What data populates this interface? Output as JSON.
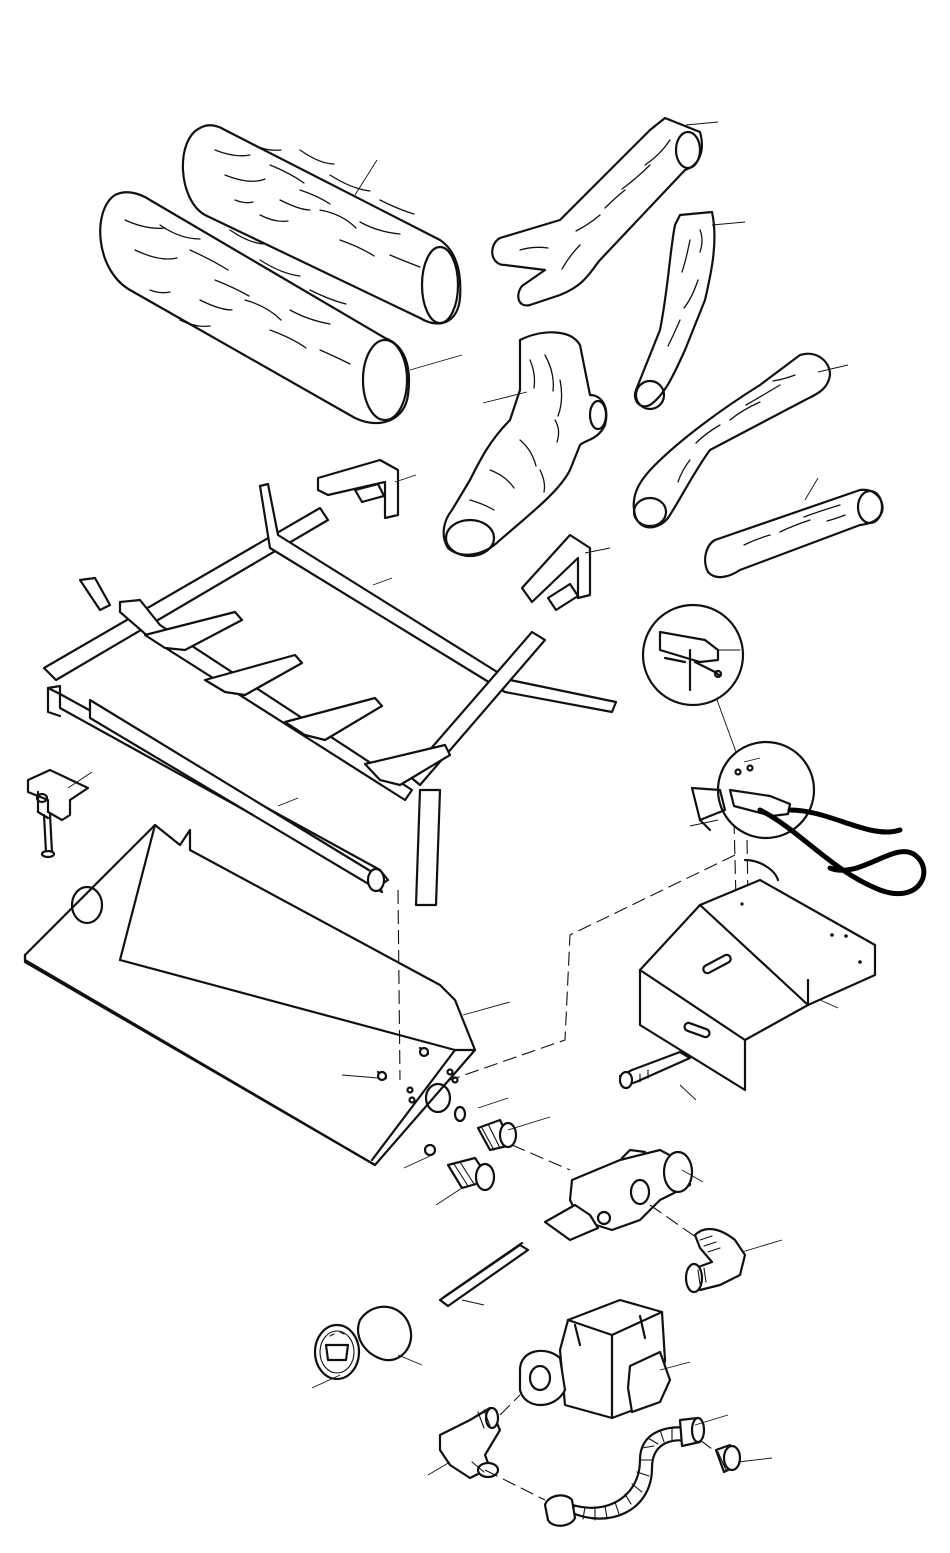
{
  "figure": {
    "type": "exploded-parts-diagram",
    "colors": {
      "line": "#111111",
      "background": "#ffffff"
    },
    "parts": [
      {
        "name": "large-back-log"
      },
      {
        "name": "large-front-log"
      },
      {
        "name": "branched-top-log"
      },
      {
        "name": "forked-right-log"
      },
      {
        "name": "crooked-center-log"
      },
      {
        "name": "long-right-log"
      },
      {
        "name": "small-right-log"
      },
      {
        "name": "log-support-bracket-left"
      },
      {
        "name": "log-support-bracket-right"
      },
      {
        "name": "log-grate"
      },
      {
        "name": "front-rail"
      },
      {
        "name": "mounting-clamp"
      },
      {
        "name": "burner-tube"
      },
      {
        "name": "burner-pan"
      },
      {
        "name": "pilot-assembly-detail"
      },
      {
        "name": "pilot-shield-box"
      },
      {
        "name": "thermocouple"
      },
      {
        "name": "gas-valve"
      },
      {
        "name": "pipe-fittings"
      },
      {
        "name": "elbow-fitting"
      },
      {
        "name": "control-knob"
      },
      {
        "name": "dial-plate"
      },
      {
        "name": "regulator"
      },
      {
        "name": "street-elbow"
      },
      {
        "name": "flexible-connector"
      },
      {
        "name": "flare-fitting"
      }
    ]
  }
}
